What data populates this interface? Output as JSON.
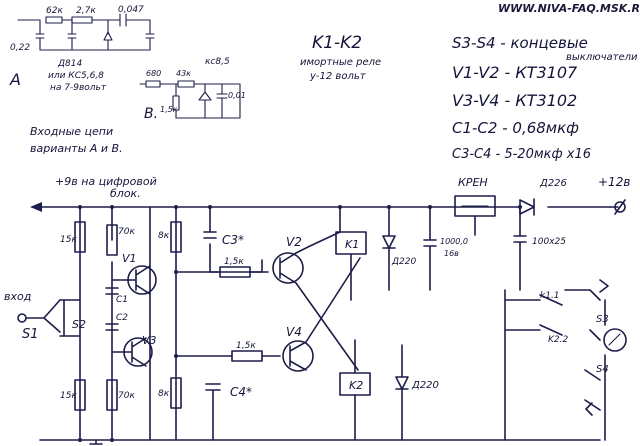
{
  "site": "WWW.NIVA-FAQ.MSK.RU",
  "legend": {
    "k_title": "K1-K2",
    "k_desc1": "имортные реле",
    "k_desc2": "у-12 вольт",
    "lines": [
      "S3-S4 - концевые",
      "выключатели",
      "V1-V2 - КТ3107",
      "V3-V4 - КТ3102",
      "C1-C2 - 0,68мкф",
      "C3-C4 - 5-20мкф х16"
    ]
  },
  "input_variants": {
    "title_a": "A",
    "title_b": "B.",
    "caption1": "Входные цепи",
    "caption2": "варианты А и В.",
    "a_labels": [
      "62к",
      "2,7к",
      "0,047",
      "0,22",
      "Д814",
      "или КС5,6,8",
      "на 7-9вольт"
    ],
    "b_labels": [
      "680",
      "43к",
      "кс8,5",
      "1,5к",
      "0,01"
    ]
  },
  "circuit": {
    "plus9": "+9в на цифровой",
    "plus9_b": "блок.",
    "plus12": "+12в",
    "kren": "КРЕН",
    "d226": "Д226",
    "vhod": "вход",
    "S1": "S1",
    "S2": "S2",
    "S3": "S3",
    "S4": "S4",
    "V1": "V1",
    "V2": "V2",
    "V3": "V3",
    "V4": "V4",
    "C1": "C1",
    "C2": "C2",
    "C3": "C3*",
    "C4": "C4*",
    "K1": "K1",
    "K2": "K2",
    "k11": "k1.1",
    "k22": "K2.2",
    "r15_top": "15к",
    "r70_top": "70к",
    "r8_top": "8к",
    "r15b_top": "1,5к",
    "r15_bot": "15к",
    "r70_bot": "70к",
    "r8_bot": "8к",
    "r15b_bot": "1,5к",
    "d220_top": "Д220",
    "d220_bot": "Д220",
    "cap1000": "1000,0",
    "cap1000b": "16в",
    "cap100": "100х25"
  }
}
